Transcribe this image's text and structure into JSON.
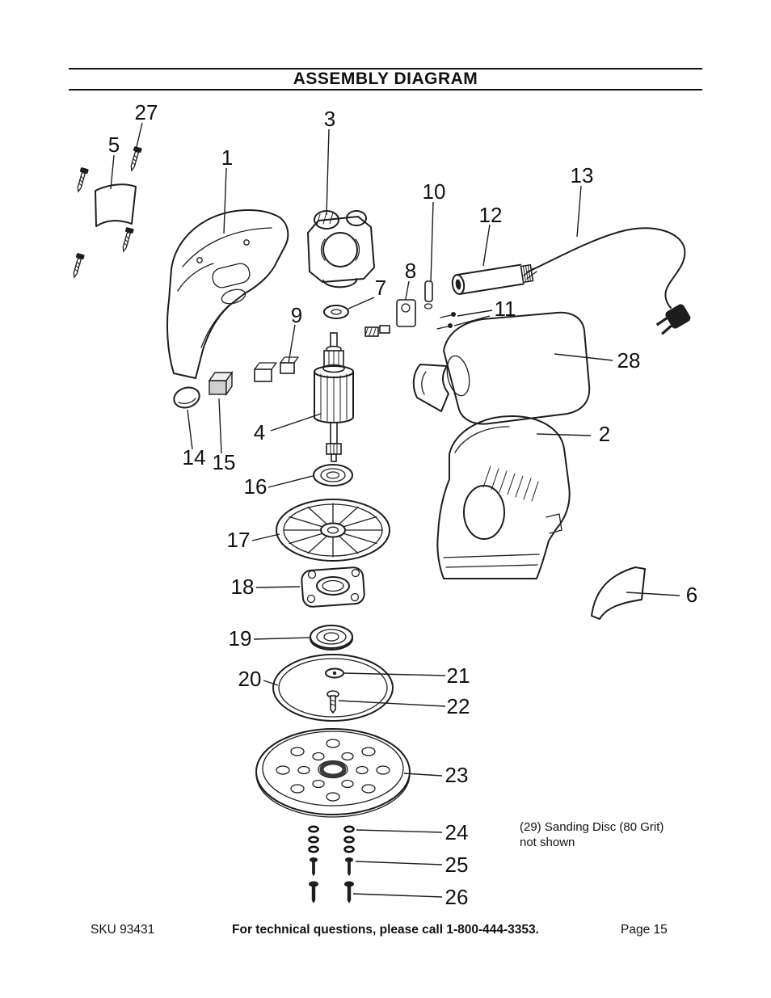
{
  "header": {
    "title": "ASSEMBLY DIAGRAM"
  },
  "callouts": {
    "c1": "1",
    "c2": "2",
    "c3": "3",
    "c4": "4",
    "c5": "5",
    "c6": "6",
    "c7": "7",
    "c8": "8",
    "c9": "9",
    "c10": "10",
    "c11": "11",
    "c12": "12",
    "c13": "13",
    "c14": "14",
    "c15": "15",
    "c16": "16",
    "c17": "17",
    "c18": "18",
    "c19": "19",
    "c20": "20",
    "c21": "21",
    "c22": "22",
    "c23": "23",
    "c24": "24",
    "c25": "25",
    "c26": "26",
    "c27": "27",
    "c28": "28"
  },
  "note": {
    "line1": "(29) Sanding Disc (80 Grit)",
    "line2": "not shown"
  },
  "footer": {
    "sku": "SKU 93431",
    "support": "For technical questions, please call 1-800-444-3353.",
    "page": "Page 15"
  }
}
